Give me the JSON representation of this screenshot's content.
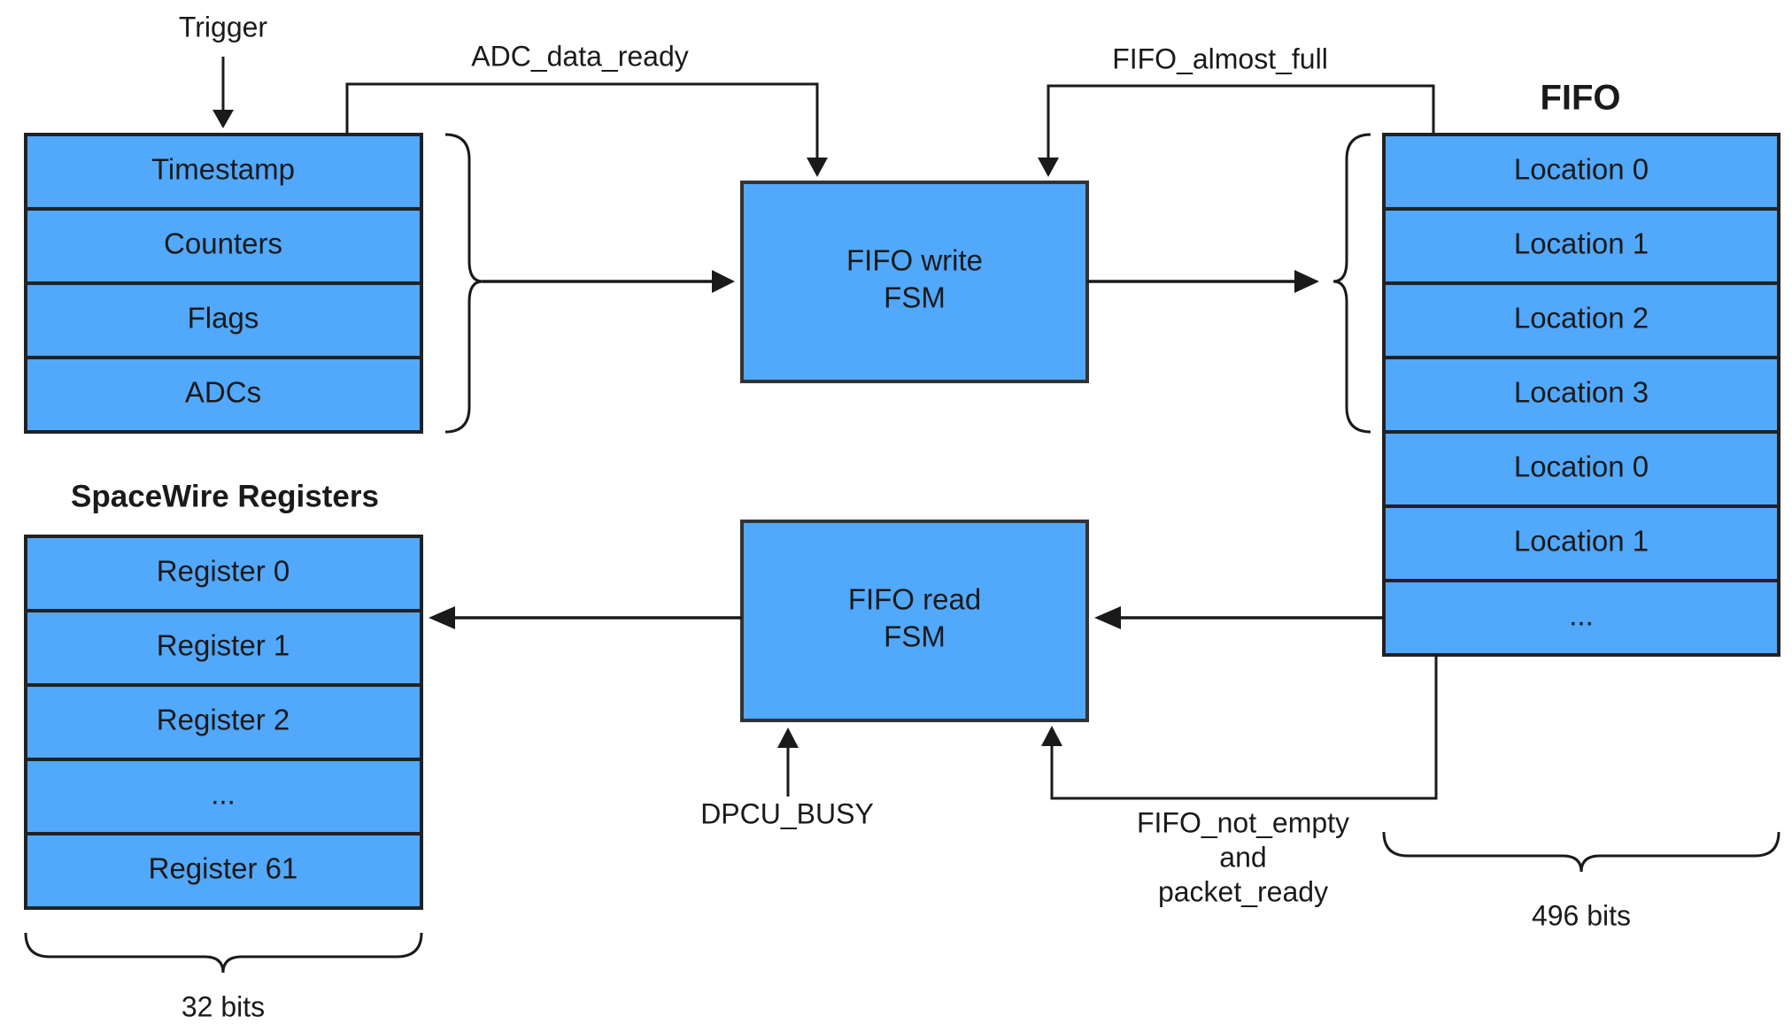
{
  "input_record": {
    "trigger_label": "Trigger",
    "fields": [
      "Timestamp",
      "Counters",
      "Flags",
      "ADCs"
    ]
  },
  "spacewire": {
    "title": "SpaceWire Registers",
    "registers": [
      "Register 0",
      "Register 1",
      "Register 2",
      "...",
      "Register 61"
    ],
    "width_label": "32 bits"
  },
  "fifo": {
    "title": "FIFO",
    "locations": [
      "Location 0",
      "Location 1",
      "Location 2",
      "Location 3",
      "Location 0",
      "Location 1",
      "..."
    ],
    "width_label": "496 bits"
  },
  "fsm": {
    "write_line1": "FIFO write",
    "write_line2": "FSM",
    "read_line1": "FIFO read",
    "read_line2": "FSM"
  },
  "signals": {
    "adc_data_ready": "ADC_data_ready",
    "fifo_almost_full": "FIFO_almost_full",
    "dpcu_busy": "DPCU_BUSY",
    "not_empty_line1": "FIFO_not_empty",
    "not_empty_line2": "and",
    "not_empty_line3": "packet_ready"
  },
  "colors": {
    "block_fill": "#52a8fa",
    "block_border": "#222222",
    "text": "#1a1a1a"
  }
}
